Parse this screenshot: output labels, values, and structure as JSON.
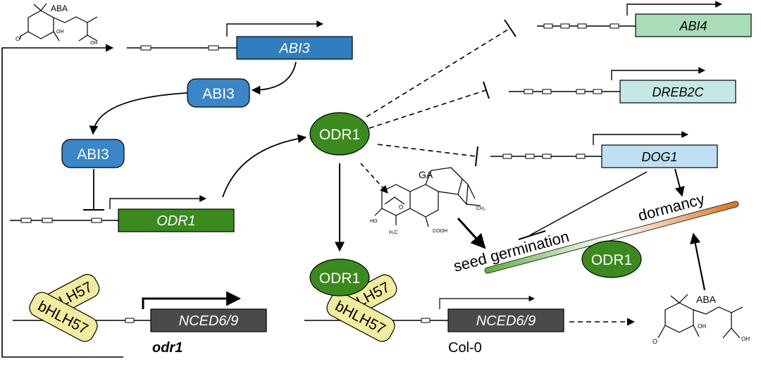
{
  "molecules": {
    "aba_top": "ABA",
    "aba_bottom": "ABA",
    "ga": "GA",
    "oh": "OH",
    "cooh": "COOH",
    "ch2": "CH₂",
    "h3c": "H₃C",
    "ho": "HO",
    "o": "O"
  },
  "genes": {
    "abi3": "ABI3",
    "odr1": "ODR1",
    "abi4": "ABI4",
    "dreb2c": "DREB2C",
    "dog1": "DOG1",
    "nced_left": "NCED6/9",
    "nced_right": "NCED6/9"
  },
  "proteins": {
    "abi3_a": "ABI3",
    "abi3_b": "ABI3",
    "odr1_center": "ODR1",
    "odr1_bottom": "ODR1",
    "odr1_right": "ODR1",
    "bhlh_left_back": "bHLH57",
    "bhlh_left_front": "bHLH57",
    "bhlh_mid_back": "bHLH57",
    "bhlh_mid_front": "bHLH57"
  },
  "labels": {
    "odr1_mutant": "odr1",
    "col0": "Col-0",
    "seed_germination": "seed germination",
    "dormancy": "dormancy"
  },
  "colors": {
    "abi3_gene": "#2e7ec0",
    "protein_blue": "#3a86c8",
    "odr1_green": "#3a8a1e",
    "abi4_box": "#a9dcb8",
    "dreb2c_box": "#c5e8e4",
    "dog1_box": "#bfe0f2",
    "nced_box": "#4a4a4a",
    "bhlh": "#f2ec9e",
    "gradient_green": "#5db33a",
    "gradient_orange": "#e0741e"
  }
}
